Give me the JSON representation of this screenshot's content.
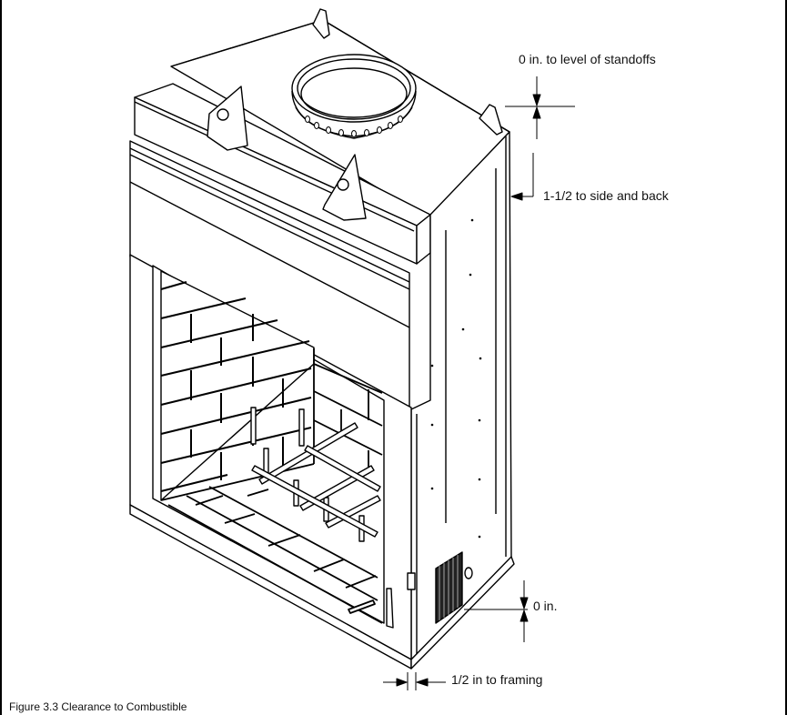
{
  "figure": {
    "caption": "Figure 3.3 Clearance to Combustible",
    "subject": "Fireplace unit isometric view"
  },
  "annotations": {
    "top": "0 in. to level of standoffs",
    "side_back": "1-1/2 to side and back",
    "bottom": "0 in.",
    "front": "1/2 in to framing"
  },
  "colors": {
    "line": "#000000",
    "background": "#ffffff"
  }
}
